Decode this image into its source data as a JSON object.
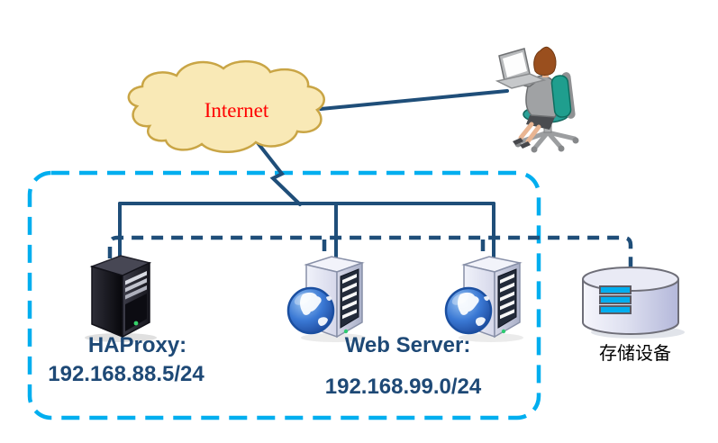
{
  "internet": {
    "label": "Internet"
  },
  "cluster": {
    "haproxy": {
      "name": "HAProxy:",
      "address": "192.168.88.5/24"
    },
    "web_server": {
      "name": "Web Server:",
      "address": "192.168.99.0/24"
    },
    "storage": {
      "label": "存储设备"
    }
  },
  "colors": {
    "line": "#1F4E79",
    "cluster_border": "#00AEEF",
    "internet_text": "#FF0000",
    "label_text": "#1E4976",
    "storage_label_text": "#000000",
    "cloud_fill": "#F9E9B6",
    "cloud_stroke": "#C9A545",
    "storage_bar": "#00AEEF"
  },
  "icons": {
    "internet-cloud-icon": "cloud shape",
    "haproxy-server-icon": "black tower server",
    "web-server-1-icon": "tower server with globe",
    "web-server-2-icon": "tower server with globe",
    "storage-cylinder-icon": "disk cylinder with drive bars",
    "remote-user-icon": "person on office chair with laptop"
  }
}
